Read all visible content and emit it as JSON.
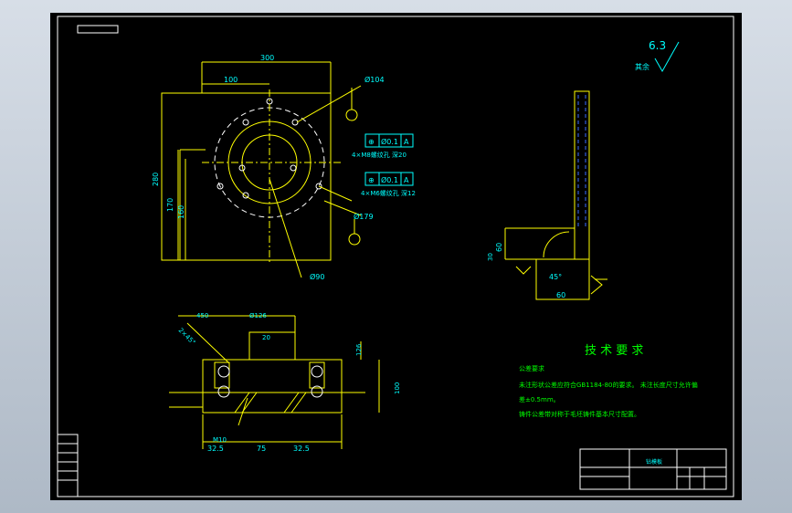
{
  "dimensions": {
    "width_overall": "300",
    "offset_100": "100",
    "hole_104": "Ø104",
    "hole_179": "Ø179",
    "height_280": "280",
    "dim_170": "170",
    "dim_160": "160",
    "dia_90": "Ø90",
    "dim_450": "450",
    "dia_126": "Ø126",
    "dim_20": "20",
    "dim_126": "126",
    "dim_100": "100",
    "dim_75": "75",
    "dim_32_5_left": "32.5",
    "dim_32_5_right": "32.5",
    "dim_m10": "M10",
    "dim_2x45": "2×45°",
    "side_height": "60",
    "side_width": "60",
    "side_thk": "30",
    "angle_45": "45°"
  },
  "feature_frames": {
    "frame1_row": [
      "⊕",
      "Ø0.1",
      "A"
    ],
    "frame1_note": "4×M8螺纹孔 深20",
    "frame2_row": [
      "⊕",
      "Ø0.1",
      "A"
    ],
    "frame2_note": "4×M6螺纹孔 深12"
  },
  "roughness": {
    "value": "6.3",
    "label": "其余"
  },
  "tech_requirements": {
    "title": "技 术 要 求",
    "lines": [
      "公差要求",
      "未注形状公差应符合GB1184-80的要求。 未注长度尺寸允许偏",
      "差±0.5mm。",
      "铸件公差带对称于毛坯铸件基本尺寸配置。"
    ]
  },
  "title_block": {
    "part_name": "钻模板"
  },
  "colors": {
    "line": "#ffff00",
    "dim": "#00ffff",
    "hidden_blue": "#3a6bff",
    "text_green": "#00ff00",
    "white": "#ffffff",
    "magenta": "#ff00ff"
  }
}
